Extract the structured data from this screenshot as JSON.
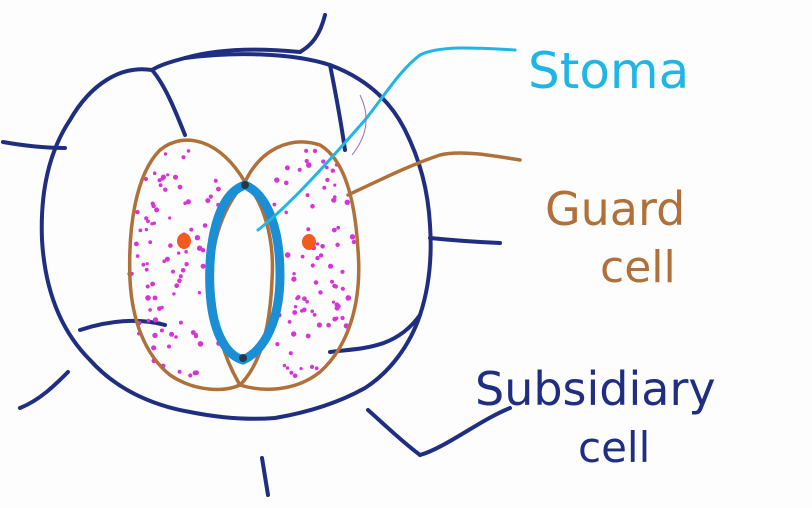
{
  "diagram": {
    "labels": {
      "stoma": "Stoma",
      "guard_line1": "Guard",
      "guard_line2": "cell",
      "subsidiary_line1": "Subsidiary",
      "subsidiary_line2": "cell"
    },
    "colors": {
      "stoma": "#1fb6e6",
      "stoma_pore": "#1a8fd6",
      "guard": "#b0703a",
      "subsidiary": "#1f2e80",
      "chloroplast": "#d634d6",
      "nucleus": "#f25a1e",
      "background": "#fdfdfd"
    }
  }
}
